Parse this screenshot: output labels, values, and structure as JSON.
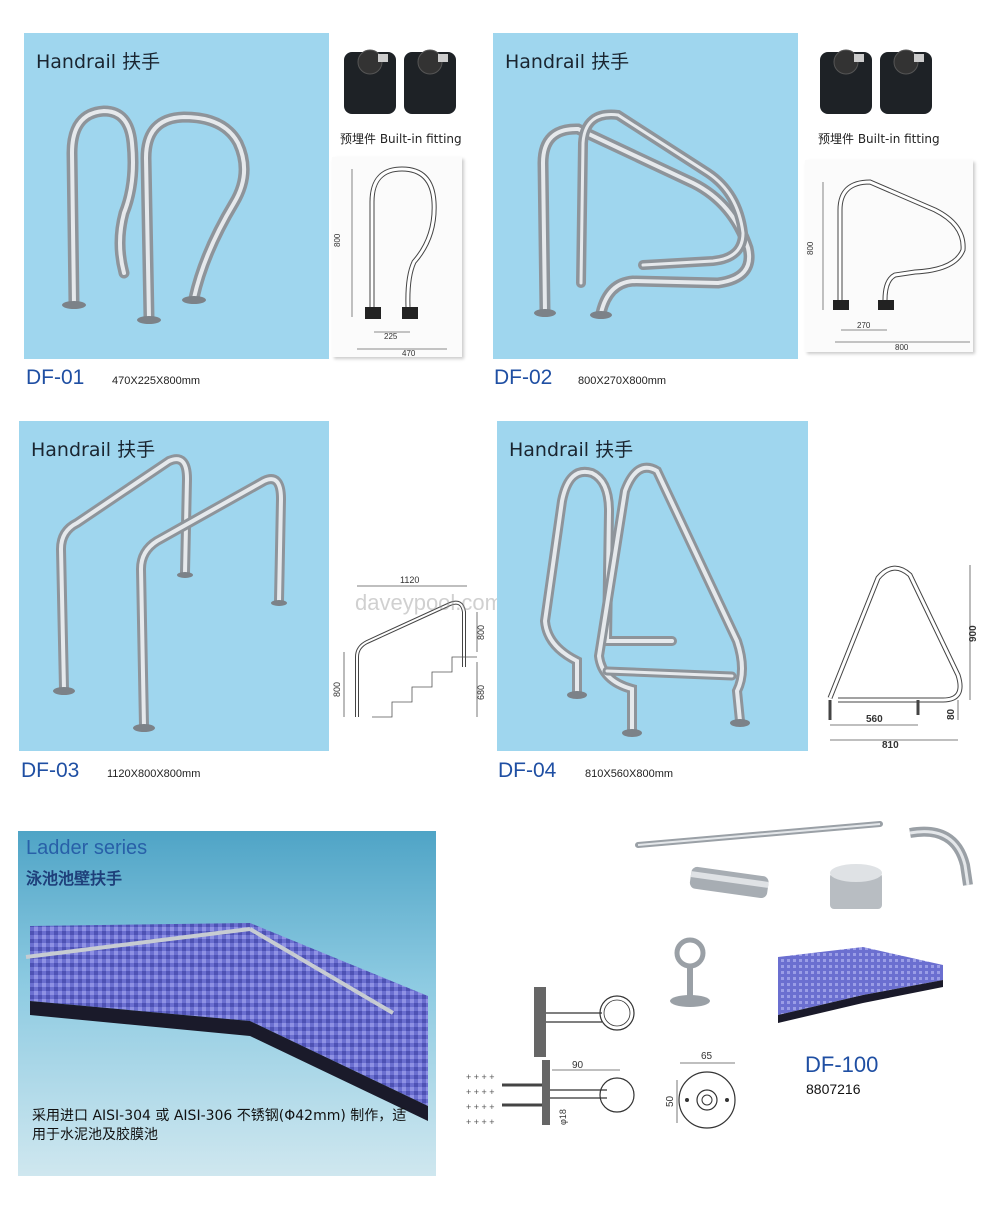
{
  "products": [
    {
      "title": "Handrail 扶手",
      "code": "DF-01",
      "dims": "470X225X800mm"
    },
    {
      "title": "Handrail 扶手",
      "code": "DF-02",
      "dims": "800X270X800mm"
    },
    {
      "title": "Handrail 扶手",
      "code": "DF-03",
      "dims": "1120X800X800mm"
    },
    {
      "title": "Handrail 扶手",
      "code": "DF-04",
      "dims": "810X560X800mm"
    }
  ],
  "fitting_label": "预埋件 Built-in fitting",
  "watermark": "daveypool.com",
  "drawings": {
    "df01": {
      "h": "800",
      "w1": "225",
      "w2": "470"
    },
    "df02": {
      "h": "800",
      "w1": "270",
      "w2": "800"
    },
    "df03": {
      "top": "1120",
      "h1": "800",
      "h2": "800",
      "h3": "680"
    },
    "df04": {
      "h": "900",
      "w1": "560",
      "w2": "810",
      "base": "80"
    },
    "df100": {
      "d90": "90",
      "d65": "65",
      "d50": "50",
      "phi": "φ18"
    }
  },
  "ladder": {
    "title": "Ladder series",
    "subtitle": "泳池池壁扶手",
    "description": "采用进口 AISI-304 或 AISI-306 不锈钢(Φ42mm) 制作，适用于水泥池及胶膜池"
  },
  "df100": {
    "code": "DF-100",
    "number": "8807216"
  },
  "colors": {
    "panel": "#9fd6ee",
    "code": "#1f4fa3",
    "steel": "#b9bec4"
  }
}
